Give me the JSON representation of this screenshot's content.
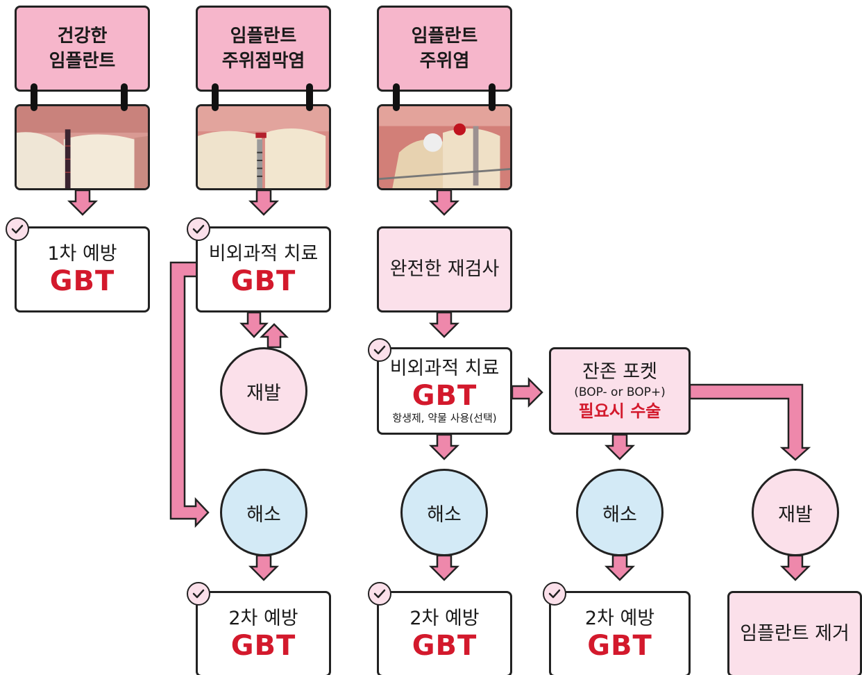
{
  "headers": {
    "healthy": [
      "건강한",
      "임플란트"
    ],
    "mucositis": [
      "임플란트",
      "주위점막염"
    ],
    "periimplantitis": [
      "임플란트",
      "주위염"
    ]
  },
  "col1": {
    "prevention_label": "1차 예방",
    "gbt": "GBT"
  },
  "col2": {
    "treatment_label": "비외과적 치료",
    "gbt": "GBT",
    "recurrence": "재발",
    "resolved": "해소",
    "secondary_label": "2차 예방",
    "secondary_gbt": "GBT"
  },
  "col3": {
    "reexam_label": "완전한 재검사",
    "treatment_label": "비외과적 치료",
    "gbt": "GBT",
    "treatment_note": "항생제, 약물 사용(선택)",
    "resolved": "해소",
    "secondary_label": "2차 예방",
    "secondary_gbt": "GBT"
  },
  "col4": {
    "pocket_label": "잔존 포켓",
    "pocket_note": "(BOP- or BOP+)",
    "surgery_label": "필요시 수술",
    "resolved": "해소",
    "secondary_label": "2차 예방",
    "secondary_gbt": "GBT"
  },
  "col5": {
    "recurrence": "재발",
    "removal_label": "임플란트 제거"
  },
  "colors": {
    "header_pink": "#f6b6cb",
    "light_pink": "#fbe0ea",
    "arrow_pink": "#ee88ab",
    "resolved_blue": "#d3eaf6",
    "gbt_red": "#d3192c"
  },
  "icons": {
    "check": "check-circle-icon"
  }
}
